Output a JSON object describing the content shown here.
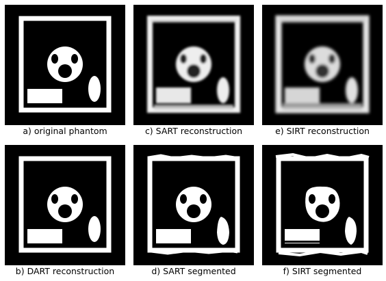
{
  "panels": [
    {
      "id": "a",
      "caption": "a) original phantom",
      "style": "clean"
    },
    {
      "id": "c",
      "caption": "c) SART reconstruction",
      "style": "blur"
    },
    {
      "id": "e",
      "caption": "e) SIRT reconstruction",
      "style": "blur-strong"
    },
    {
      "id": "b",
      "caption": "b) DART reconstruction",
      "style": "clean"
    },
    {
      "id": "d",
      "caption": "d) SART segmented",
      "style": "segmented"
    },
    {
      "id": "f",
      "caption": "f) SIRT segmented",
      "style": "segmented-rough"
    }
  ],
  "colors": {
    "background": "#000000",
    "foreground": "#ffffff"
  }
}
